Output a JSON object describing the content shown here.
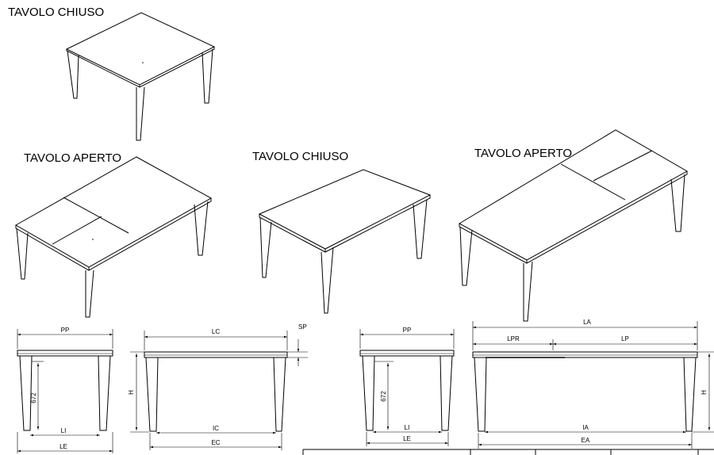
{
  "captions": {
    "top_closed": "TAVOLO CHIUSO",
    "left_open": "TAVOLO APERTO",
    "mid_closed": "TAVOLO CHIUSO",
    "right_open": "TAVOLO APERTO"
  },
  "dims": {
    "pp_1": "PP",
    "h672_1": "672",
    "li_1": "LI",
    "le_1": "LE",
    "lc": "LC",
    "sp": "SP",
    "h_1": "H",
    "ic": "IC",
    "ec": "EC",
    "pp_2": "PP",
    "h672_2": "672",
    "li_2": "LI",
    "le_2": "LE",
    "la": "LA",
    "lpr": "LPR",
    "lp": "LP",
    "h_2": "H",
    "ia": "IA",
    "ea": "EA"
  }
}
